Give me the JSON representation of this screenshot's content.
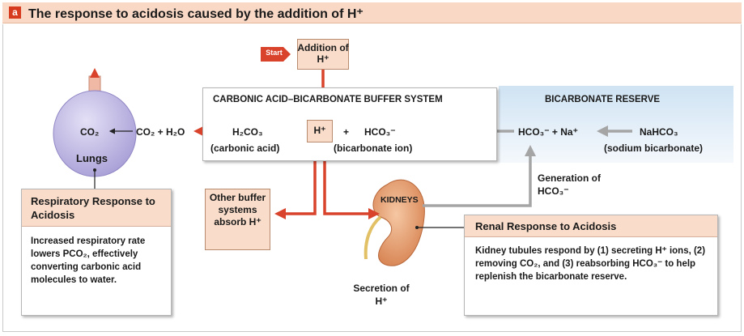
{
  "title": {
    "panel_letter": "a",
    "text": "The response to acidosis caused by the addition of H⁺"
  },
  "start_badge": "Start",
  "addition_box": "Addition of H⁺",
  "buffer_system": {
    "title": "CARBONIC ACID–BICARBONATE BUFFER SYSTEM",
    "h2co3_formula": "H₂CO₃",
    "h2co3_name": "(carbonic acid)",
    "hplus": "H⁺",
    "plus": "+",
    "hco3_formula": "HCO₃⁻",
    "hco3_name": "(bicarbonate ion)"
  },
  "bicarbonate_reserve": {
    "title": "BICARBONATE RESERVE",
    "hco3_na": "HCO₃⁻ + Na⁺",
    "nahco3_formula": "NaHCO₃",
    "nahco3_name": "(sodium bicarbonate)"
  },
  "lungs": {
    "co2": "CO₂",
    "label": "Lungs",
    "co2_h2o": "CO₂ + H₂O"
  },
  "other_buffers": "Other buffer systems absorb H⁺",
  "kidneys": {
    "label": "KIDNEYS",
    "generation": "Generation of HCO₃⁻",
    "secretion": "Secretion of H⁺"
  },
  "respiratory": {
    "title": "Respiratory Response to Acidosis",
    "body": "Increased respiratory rate lowers PCO₂, effectively converting carbonic acid molecules to water."
  },
  "renal": {
    "title": "Renal Response to Acidosis",
    "body": "Kidney tubules respond by (1) secreting H⁺ ions, (2) removing CO₂, and (3) reabsorbing HCO₃⁻ to help replenish the bicarbonate reserve."
  },
  "colors": {
    "red_arrow": "#d9432b",
    "gray_arrow": "#a5a5a5",
    "title_bar": "#f9d9c6",
    "box_fill": "#f9ddca",
    "lung_fill": "#c8c1e6",
    "kidney_fill": "#e49a6a"
  }
}
